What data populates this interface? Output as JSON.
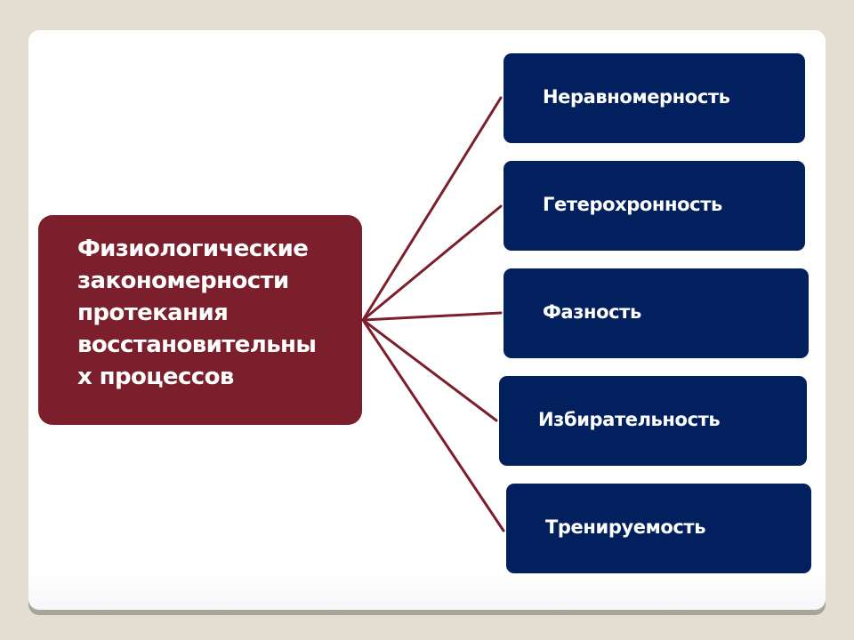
{
  "diagram": {
    "type": "hierarchy",
    "colors": {
      "background": "#e3ddd2",
      "panel": "#ffffff",
      "main_box": "#7a1f2b",
      "item_box": "#03205e",
      "connector": "#7a1f2b",
      "text": "#ffffff"
    },
    "root": {
      "label_lines": [
        "Физиологические",
        "закономерности",
        "протекания",
        "восстановительны",
        "х процессов"
      ]
    },
    "children": [
      {
        "label": "Неравномерность"
      },
      {
        "label": "Гетерохронность"
      },
      {
        "label": "Фазность"
      },
      {
        "label": "Избирательность"
      },
      {
        "label": "Тренируемость"
      }
    ]
  }
}
